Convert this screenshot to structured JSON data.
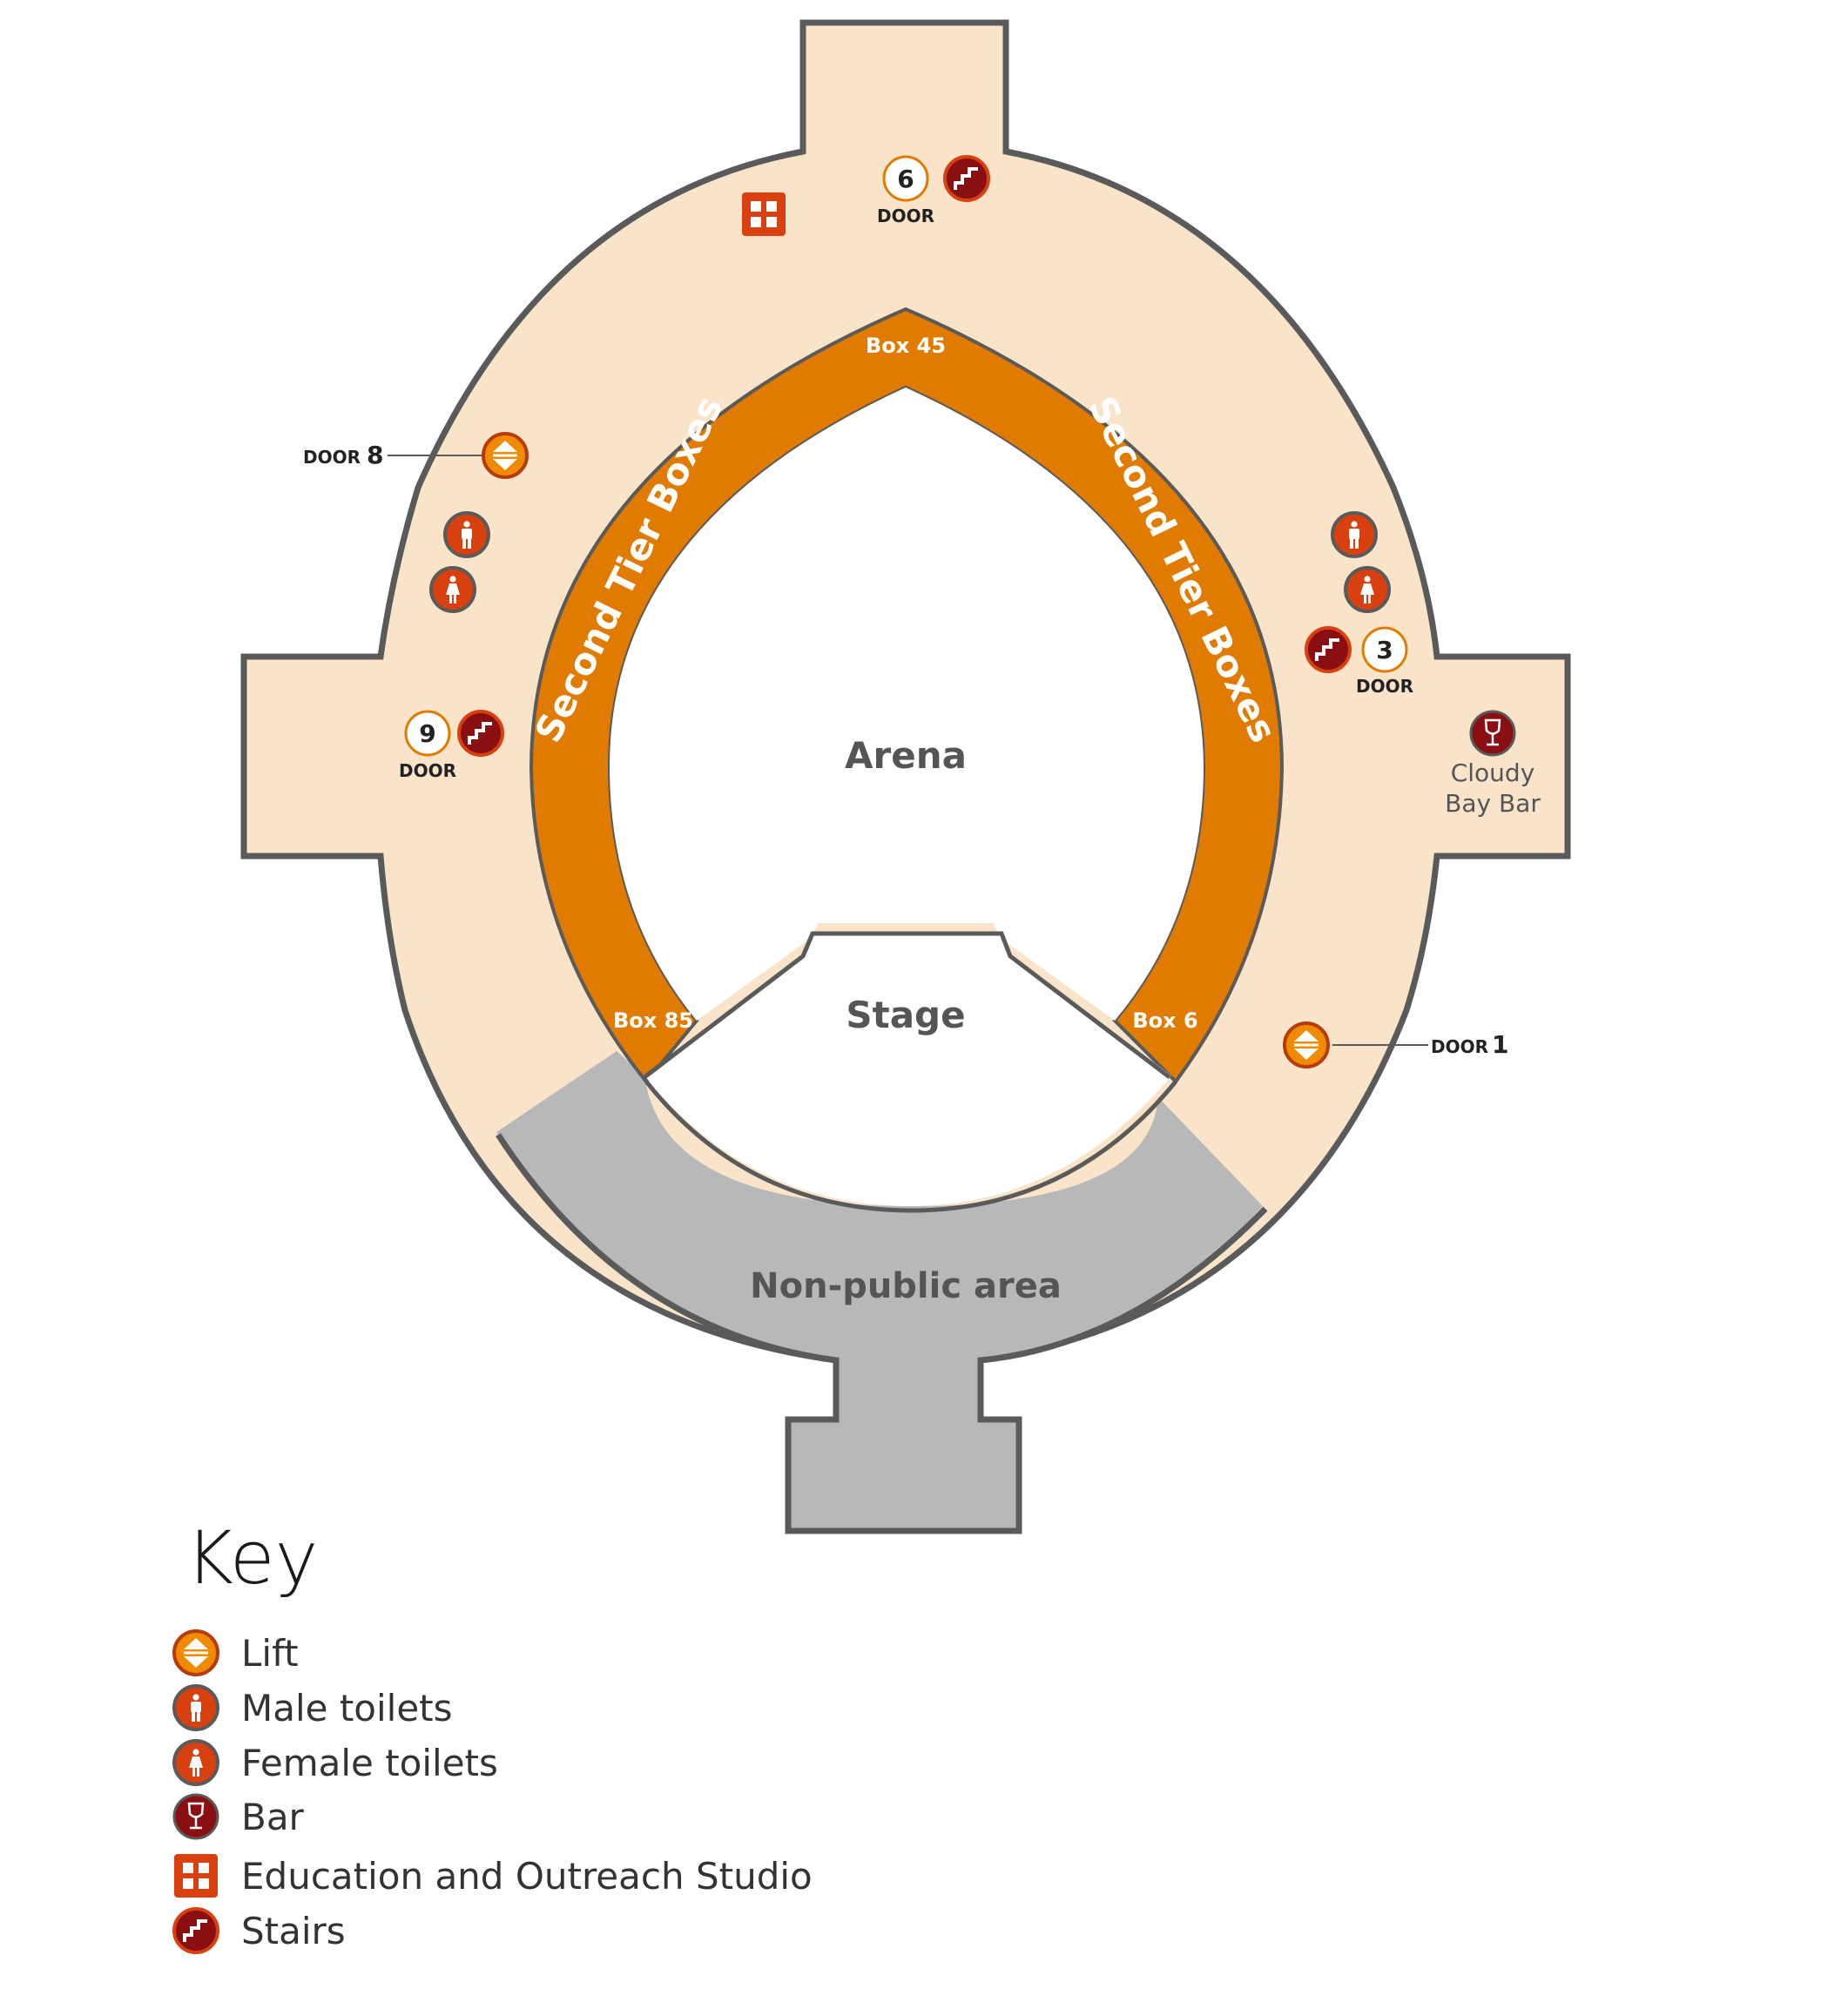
{
  "colors": {
    "concourse": "#f9e4c9",
    "outline": "#5a5a5a",
    "boxes": "#e07b00",
    "non_public": "#b8b8b8",
    "orange_icon": "#d9400f",
    "dark_red_icon": "#8a0f12",
    "lift_icon": "#f08a00",
    "text_grey": "#555555"
  },
  "map": {
    "arena_label": "Arena",
    "stage_label": "Stage",
    "non_public_label": "Non-public area",
    "tier_left_label": "Second Tier Boxes",
    "tier_right_label": "Second Tier Boxes",
    "box_top": "Box 45",
    "box_left": "Box 85",
    "box_right": "Box 6",
    "door_word": "DOOR",
    "door_6_number": "6",
    "door_3_number": "3",
    "door_9_number": "9",
    "door_8_number": "8",
    "door_1_number": "1",
    "bar_name_line1": "Cloudy",
    "bar_name_line2": "Bay Bar"
  },
  "key": {
    "title": "Key",
    "items": [
      {
        "icon": "lift-icon",
        "label": "Lift"
      },
      {
        "icon": "male-toilets-icon",
        "label": "Male toilets"
      },
      {
        "icon": "female-toilets-icon",
        "label": "Female toilets"
      },
      {
        "icon": "bar-icon",
        "label": "Bar"
      },
      {
        "icon": "studio-icon",
        "label": "Education and Outreach Studio"
      },
      {
        "icon": "stairs-icon",
        "label": "Stairs"
      }
    ]
  }
}
